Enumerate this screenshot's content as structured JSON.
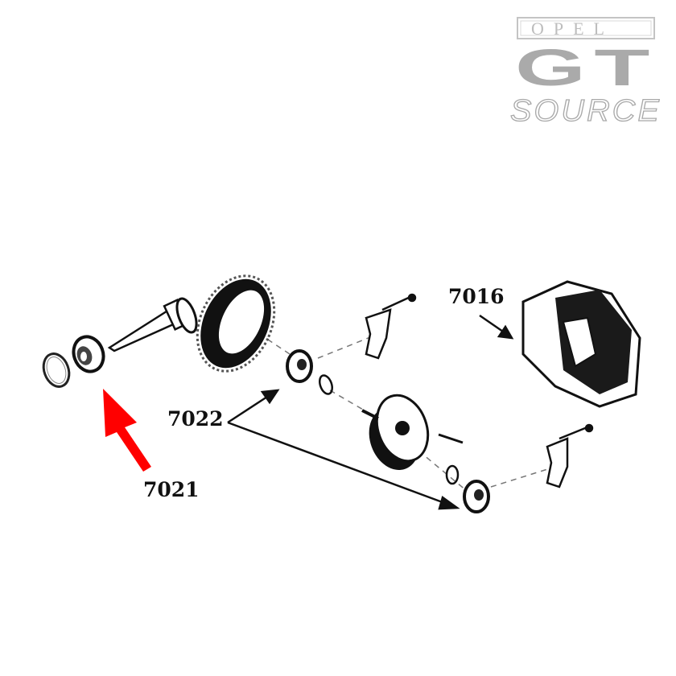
{
  "logo": {
    "line1": "OPEL",
    "line2": "GT",
    "line3": "SOURCE",
    "color": "#aaaaaa"
  },
  "labels": {
    "cover": "7016",
    "bearings": "7022",
    "pinion_bearing": "7021"
  },
  "colors": {
    "highlight_arrow": "#ff0000",
    "line_art": "#111111"
  }
}
